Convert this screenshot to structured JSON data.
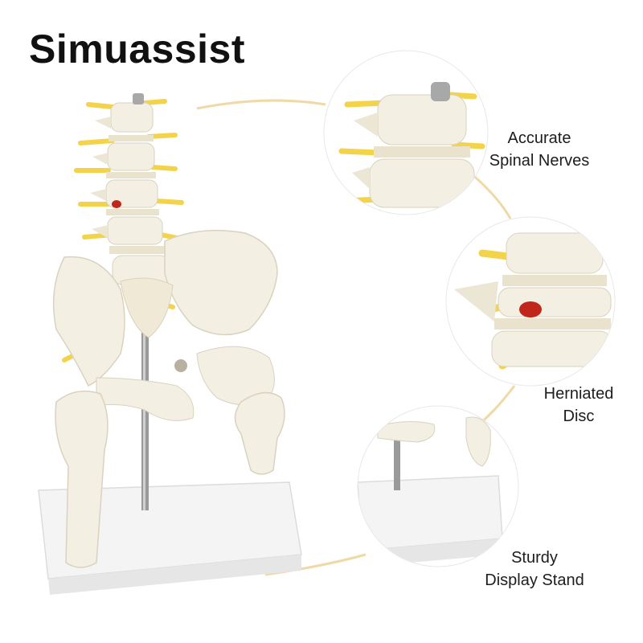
{
  "brand": {
    "name": "Simuassist"
  },
  "callouts": [
    {
      "id": "nerves",
      "line1": "Accurate",
      "line2": "Spinal Nerves",
      "icon": "spinal-nerves-closeup"
    },
    {
      "id": "disc",
      "line1": "Herniated",
      "line2": "Disc",
      "icon": "herniated-disc-closeup"
    },
    {
      "id": "stand",
      "line1": "Sturdy",
      "line2": "Display Stand",
      "icon": "display-stand-closeup"
    }
  ],
  "colors": {
    "bone": "#f3efe2",
    "bone_shadow": "#d9d2bf",
    "nerve": "#f2d34a",
    "disc": "#e9e2cc",
    "hernia": "#c0261c",
    "metal": "#9a9a9a",
    "accent_arc": "#efd9a6",
    "stand": "#f7f7f7"
  }
}
